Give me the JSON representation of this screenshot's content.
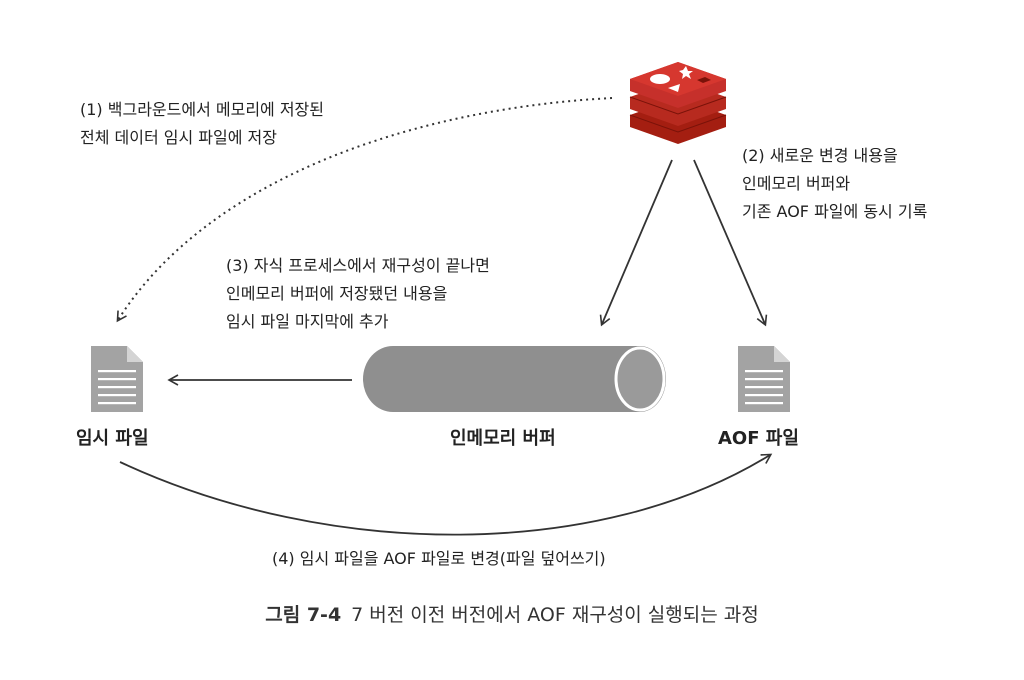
{
  "annotations": {
    "step1": [
      "(1) 백그라운드에서 메모리에 저장된",
      "전체 데이터 임시 파일에 저장"
    ],
    "step2": [
      "(2) 새로운 변경 내용을",
      "인메모리 버퍼와",
      "기존 AOF 파일에 동시 기록"
    ],
    "step3": [
      "(3) 자식 프로세스에서 재구성이 끝나면",
      "인메모리 버퍼에 저장됐던 내용을",
      "임시 파일 마지막에 추가"
    ],
    "step4": "(4) 임시 파일을 AOF 파일로 변경(파일 덮어쓰기)"
  },
  "nodes": {
    "temp_file": "임시 파일",
    "buffer": "인메모리 버퍼",
    "aof_file": "AOF 파일",
    "redis_logo_icon": "redis-logo"
  },
  "caption": {
    "label": "그림 7-4",
    "text": "7 버전 이전 버전에서 AOF 재구성이 실행되는 과정"
  },
  "colors": {
    "logo_red": "#c6302b",
    "logo_dark": "#a41e11",
    "file_gray": "#9e9e9e",
    "buffer_gray": "#8a8a8a",
    "arrow": "#333333"
  }
}
